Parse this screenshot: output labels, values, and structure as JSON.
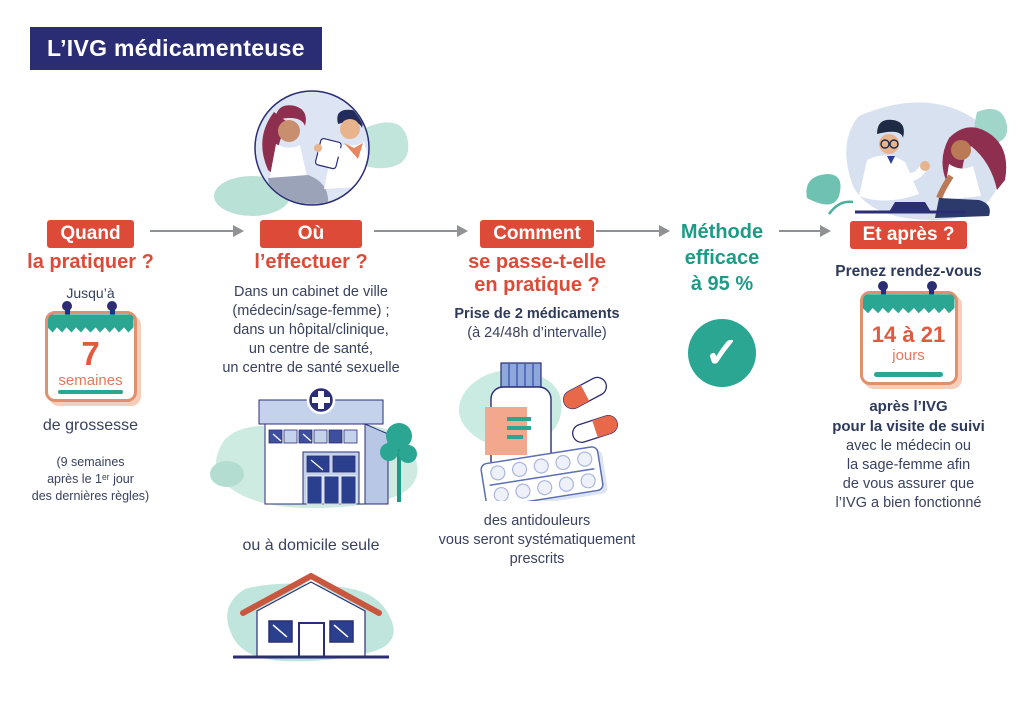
{
  "title": "L’IVG médicamenteuse",
  "icons": {
    "check": "✓"
  },
  "steps": {
    "quand": {
      "badge": "Quand",
      "question": "la pratiquer ?",
      "lead": "Jusqu’à",
      "calendar": {
        "number": "7",
        "unit": "semaines"
      },
      "caption": "de grossesse",
      "note": "(9 semaines\naprès le 1ᵉʳ jour\ndes dernières règles)"
    },
    "ou": {
      "badge": "Où",
      "question": "l’effectuer ?",
      "body": "Dans un cabinet de ville\n(médecin/sage-femme) ;\ndans un hôpital/clinique,\nun centre de santé,\nun centre de santé sexuelle",
      "alt": "ou à domicile seule"
    },
    "comment": {
      "badge": "Comment",
      "question": "se passe-t-elle\nen pratique ?",
      "highlight": "Prise de 2 médicaments",
      "detail": "(à 24/48h d’intervalle)",
      "caption": "des antidouleurs\nvous seront systématiquement\nprescrits"
    },
    "methode": {
      "text": "Méthode\nefficace\nà 95 %"
    },
    "apres": {
      "badge": "Et après ?",
      "lead": "Prenez rendez-vous",
      "calendar": {
        "number": "14 à 21",
        "unit": "jours"
      },
      "bold1": "après l’IVG",
      "bold2": "pour la visite de suivi",
      "body": "avec le médecin ou\nla sage-femme afin\nde vous assurer que\nl’IVG a bien fonctionné"
    }
  }
}
